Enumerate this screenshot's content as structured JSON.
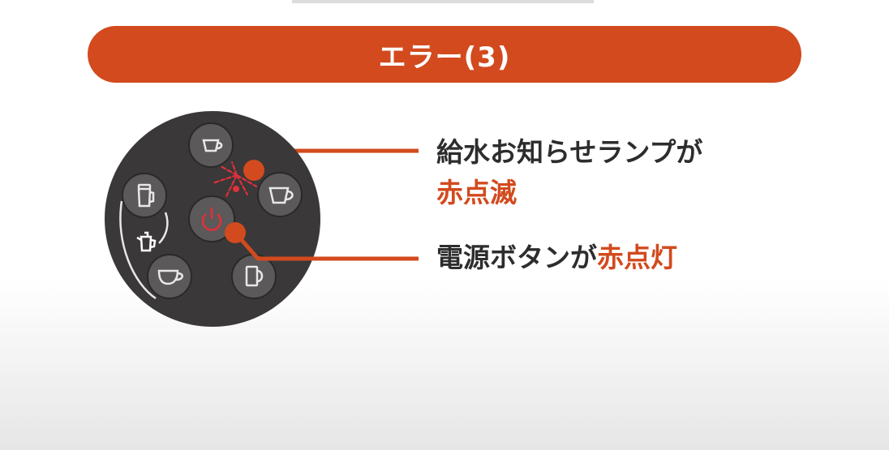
{
  "banner": {
    "title": "エラー(3)"
  },
  "callouts": {
    "water_lamp_text": "給水お知らせランプが",
    "water_lamp_status": "赤点滅",
    "power_button_text": "電源ボタンが",
    "power_button_status": "赤点灯"
  },
  "colors": {
    "accent": "#d24a1e",
    "panel": "#3a3838",
    "button": "#5b5959",
    "text": "#2d2d2d",
    "indicator_red": "#e0303a"
  },
  "icons": {
    "top": "small-cup-icon",
    "right": "large-cup-icon",
    "left": "tumbler-icon",
    "bottom_left": "wide-cup-icon",
    "bottom_right": "mug-icon",
    "center": "power-icon",
    "side_marker": "pot-icon"
  }
}
